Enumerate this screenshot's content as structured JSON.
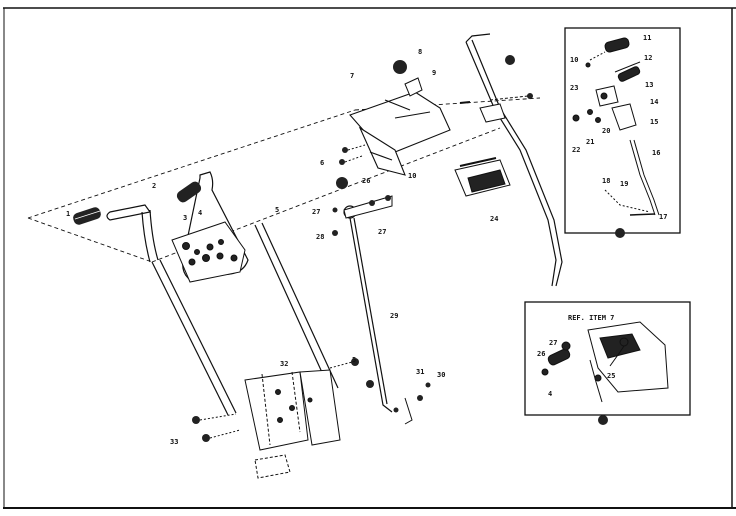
{
  "diagram": {
    "colors": {
      "ink": "#111111",
      "paper": "#ffffff"
    },
    "main_labels": [
      {
        "id": "l1",
        "text": "1"
      },
      {
        "id": "l2",
        "text": "2"
      },
      {
        "id": "l3",
        "text": "3"
      },
      {
        "id": "l4",
        "text": "4"
      },
      {
        "id": "l5",
        "text": "5"
      },
      {
        "id": "l7",
        "text": "7"
      },
      {
        "id": "l8",
        "text": "8"
      },
      {
        "id": "l6",
        "text": "6"
      },
      {
        "id": "l9",
        "text": "9"
      },
      {
        "id": "l10",
        "text": "10"
      },
      {
        "id": "l26",
        "text": "26"
      },
      {
        "id": "l27a",
        "text": "27"
      },
      {
        "id": "l27b",
        "text": "27"
      },
      {
        "id": "l28",
        "text": "28"
      },
      {
        "id": "l24",
        "text": "24"
      },
      {
        "id": "l29",
        "text": "29"
      },
      {
        "id": "l30",
        "text": "30"
      },
      {
        "id": "l31",
        "text": "31"
      },
      {
        "id": "l32",
        "text": "32"
      },
      {
        "id": "l33",
        "text": "33"
      },
      {
        "id": "l5b",
        "text": "5"
      }
    ],
    "inset_top_labels": [
      {
        "id": "i11",
        "text": "11"
      },
      {
        "id": "i10",
        "text": "10"
      },
      {
        "id": "i12",
        "text": "12"
      },
      {
        "id": "i13",
        "text": "13"
      },
      {
        "id": "i14",
        "text": "14"
      },
      {
        "id": "i15",
        "text": "15"
      },
      {
        "id": "i16",
        "text": "16"
      },
      {
        "id": "i18",
        "text": "18"
      },
      {
        "id": "i19",
        "text": "19"
      },
      {
        "id": "i17",
        "text": "17"
      },
      {
        "id": "i20",
        "text": "20"
      },
      {
        "id": "i21",
        "text": "21"
      },
      {
        "id": "i22",
        "text": "22"
      },
      {
        "id": "i23",
        "text": "23"
      }
    ],
    "inset_bottom_labels": [
      {
        "id": "b_ref",
        "text": "REF. ITEM 7"
      },
      {
        "id": "b27",
        "text": "27"
      },
      {
        "id": "b26",
        "text": "26"
      },
      {
        "id": "b25",
        "text": "25"
      },
      {
        "id": "b4",
        "text": "4"
      }
    ]
  }
}
